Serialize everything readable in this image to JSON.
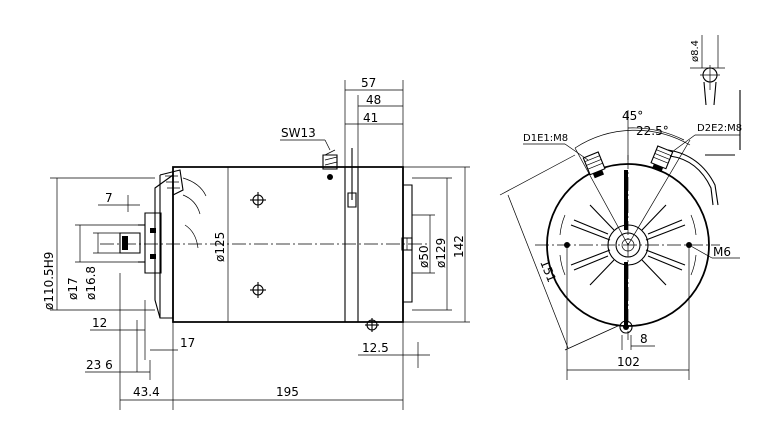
{
  "side_view": {
    "dims": {
      "d57": "57",
      "d48": "48",
      "d41": "41",
      "sw13": "SW13",
      "d7": "7",
      "d110_5h9": "ø110.5H9",
      "d17": "ø17",
      "d16_8": "ø16.8",
      "d12": "12",
      "d17b": "17",
      "d23_6": "23 6",
      "d43_4": "43.4",
      "d195": "195",
      "d125": "ø125",
      "d50": "ø50",
      "d129": "ø129",
      "d142": "142",
      "d12_5": "12.5"
    }
  },
  "end_view": {
    "dims": {
      "d8_4": "ø8.4",
      "d45": "45°",
      "d22_5": "22.5°",
      "t_left": "D1E1:M8",
      "t_right": "D2E2:M8",
      "m6": "M6",
      "d151": "151",
      "d8": "8",
      "d102": "102"
    }
  }
}
